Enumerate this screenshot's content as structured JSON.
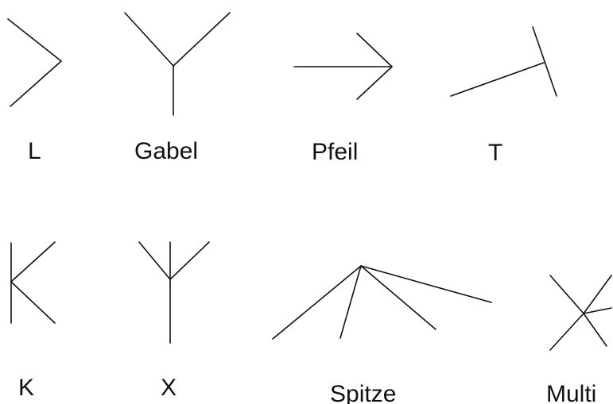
{
  "figure": {
    "junctions": [
      {
        "id": "l",
        "label": "L"
      },
      {
        "id": "gabel",
        "label": "Gabel"
      },
      {
        "id": "pfeil",
        "label": "Pfeil"
      },
      {
        "id": "t",
        "label": "T"
      },
      {
        "id": "k",
        "label": "K"
      },
      {
        "id": "x",
        "label": "X"
      },
      {
        "id": "spitze",
        "label": "Spitze"
      },
      {
        "id": "multi",
        "label": "Multi"
      }
    ],
    "line_color": "#111111",
    "background": "#ffffff"
  }
}
